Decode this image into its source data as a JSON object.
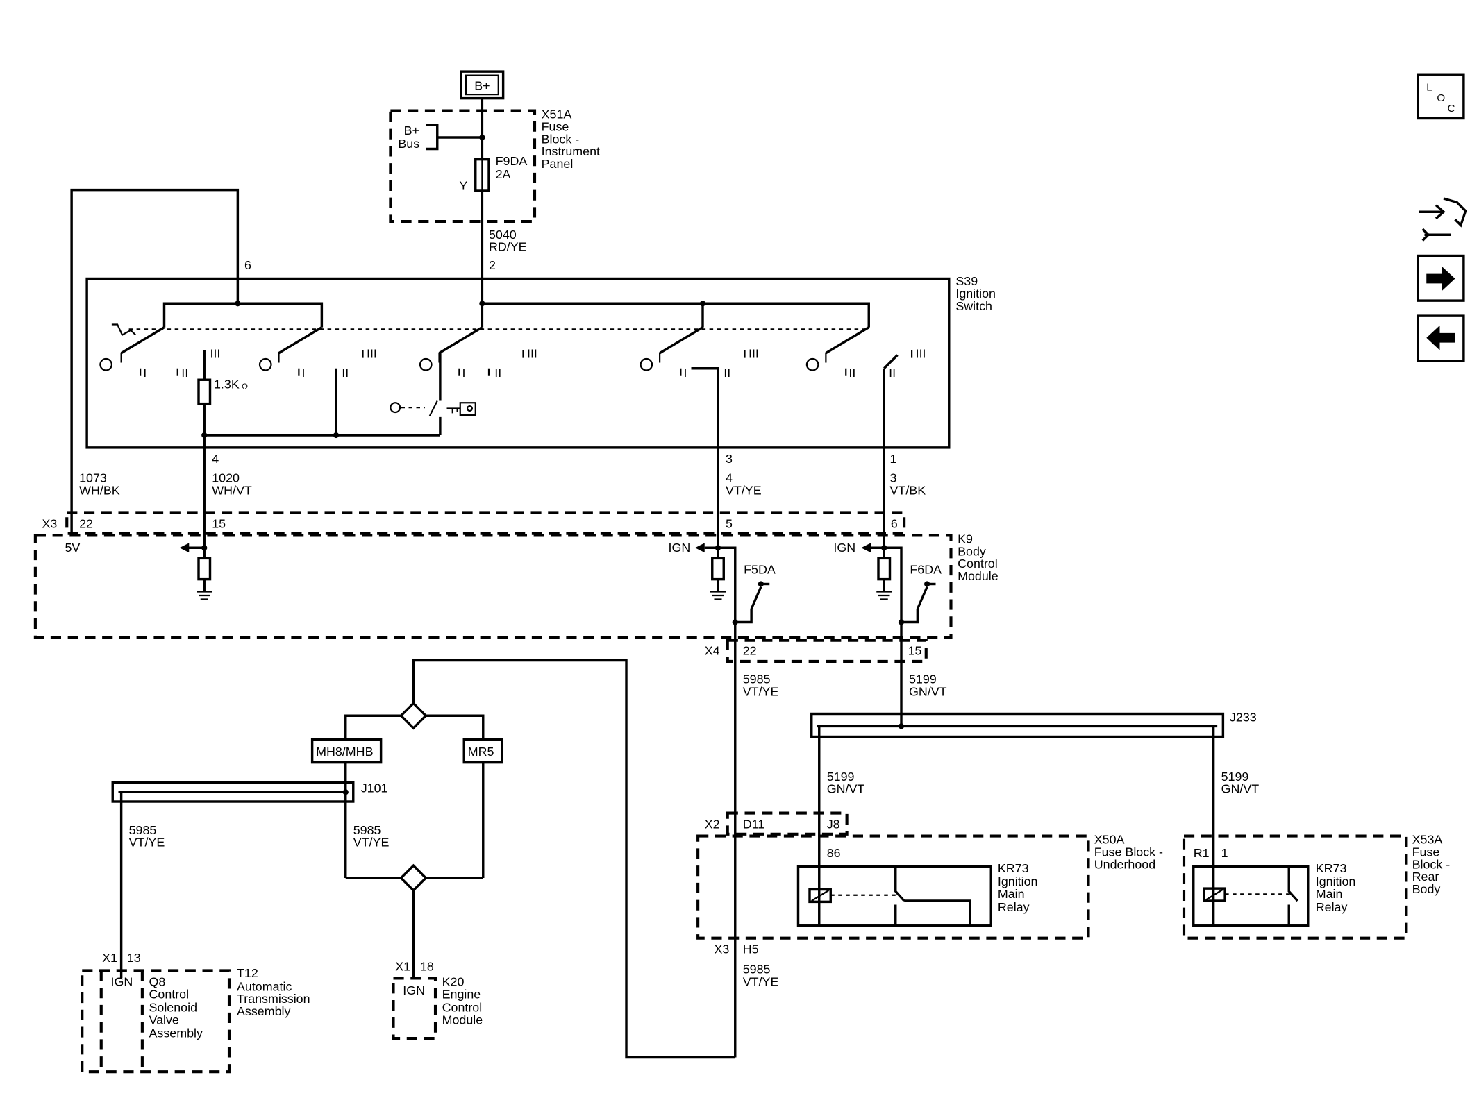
{
  "battery": {
    "label": "B+"
  },
  "x51a": {
    "code": "X51A",
    "line1": "Fuse",
    "line2": "Block -",
    "line3": "Instrument",
    "line4": "Panel",
    "bus1": "B+",
    "bus2": "Bus",
    "fuse": "F9DA",
    "fuse_rating": "2A",
    "pin": "Y"
  },
  "w5040": {
    "num": "5040",
    "color": "RD/YE"
  },
  "s39": {
    "code": "S39",
    "line1": "Ignition",
    "line2": "Switch",
    "pin_6": "6",
    "pin_2": "2",
    "pin_4": "4",
    "pin_3": "3",
    "pin_1": "1",
    "resistor": "1.3K",
    "ohm": "Ω"
  },
  "positions": {
    "I": "I",
    "II": "II",
    "III": "III"
  },
  "w1073": {
    "num": "1073",
    "color": "WH/BK"
  },
  "w1020": {
    "num": "1020",
    "color": "WH/VT"
  },
  "w4": {
    "num": "4",
    "color": "VT/YE"
  },
  "w3": {
    "num": "3",
    "color": "VT/BK"
  },
  "x3": {
    "code": "X3",
    "pin_22": "22",
    "pin_15": "15",
    "pin_5": "5",
    "pin_6": "6"
  },
  "k9": {
    "code": "K9",
    "line1": "Body",
    "line2": "Control",
    "line3": "Module",
    "v5": "5V",
    "ign": "IGN",
    "f5": "F5DA",
    "f6": "F6DA"
  },
  "x4": {
    "code": "X4",
    "pin_22": "22",
    "pin_15": "15"
  },
  "w5985": {
    "num": "5985",
    "color": "VT/YE"
  },
  "w5199": {
    "num": "5199",
    "color": "GN/VT"
  },
  "j233": {
    "code": "J233"
  },
  "j101": {
    "code": "J101"
  },
  "mh8": {
    "label": "MH8/MHB"
  },
  "mr5": {
    "label": "MR5"
  },
  "x2": {
    "code": "X2",
    "pin_d11": "D11",
    "pin_j8": "J8"
  },
  "x50a": {
    "code": "X50A",
    "line1": "Fuse Block -",
    "line2": "Underhood",
    "pin_86": "86"
  },
  "kr73": {
    "code": "KR73",
    "line1": "Ignition",
    "line2": "Main",
    "line3": "Relay"
  },
  "x53a": {
    "code": "X53A",
    "line1": "Fuse",
    "line2": "Block -",
    "line3": "Rear",
    "line4": "Body",
    "pin_r1": "R1",
    "pin_1": "1"
  },
  "x3h5": {
    "code": "X3",
    "pin": "H5"
  },
  "t12": {
    "code": "T12",
    "line1": "Automatic",
    "line2": "Transmission",
    "line3": "Assembly",
    "conn": "X1",
    "pin": "13",
    "ign": "IGN"
  },
  "q8": {
    "code": "Q8",
    "line1": "Control",
    "line2": "Solenoid",
    "line3": "Valve",
    "line4": "Assembly"
  },
  "k20": {
    "code": "K20",
    "line1": "Engine",
    "line2": "Control",
    "line3": "Module",
    "conn": "X1",
    "pin": "18",
    "ign": "IGN"
  },
  "loc": {
    "l": "L",
    "o": "O",
    "c": "C"
  }
}
